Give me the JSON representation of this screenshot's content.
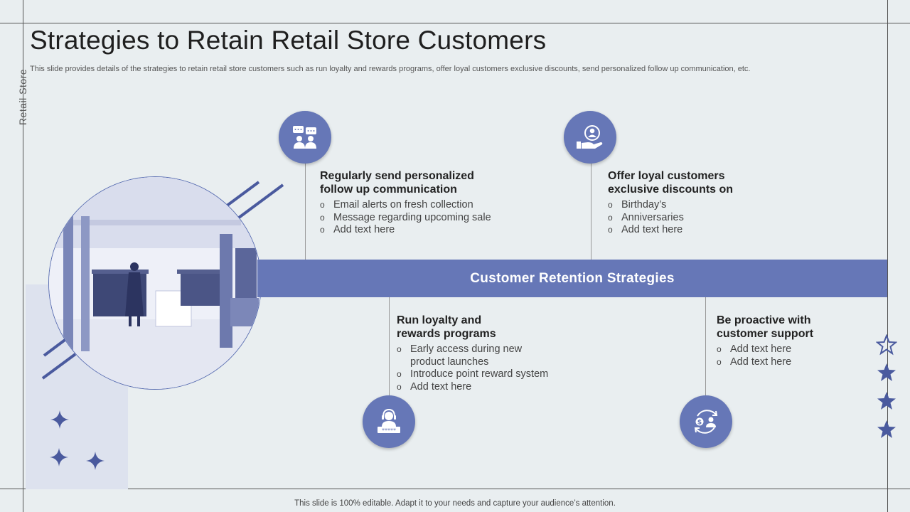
{
  "title": "Strategies to Retain Retail Store Customers",
  "subtitle": "This slide provides details of the strategies to retain retail store customers such as run loyalty and rewards programs, offer loyal customers exclusive discounts, send personalized follow up communication, etc.",
  "side_label": "Retail Store",
  "band_label": "Customer Retention Strategies",
  "colors": {
    "accent": "#6677b7",
    "background": "#e9eef0",
    "panel": "#dde2ee"
  },
  "strategies": [
    {
      "icon": "chat-people-icon",
      "heading": "Regularly send personalized follow up communication",
      "items": [
        "Email alerts on fresh collection",
        "Message regarding upcoming sale",
        "Add text here"
      ]
    },
    {
      "icon": "hand-user-icon",
      "heading": "Offer loyal customers exclusive discounts on",
      "items": [
        "Birthday’s",
        "Anniversaries",
        "Add text here"
      ]
    },
    {
      "icon": "support-agent-icon",
      "heading": "Run loyalty and rewards programs",
      "items": [
        "Early access during new product launches",
        "Introduce point reward system",
        "Add text here"
      ]
    },
    {
      "icon": "money-exchange-icon",
      "heading": "Be proactive with customer support",
      "items": [
        "Add text here",
        "Add text here"
      ]
    }
  ],
  "footer": "This slide is 100% editable. Adapt it to your needs and capture your audience’s attention."
}
